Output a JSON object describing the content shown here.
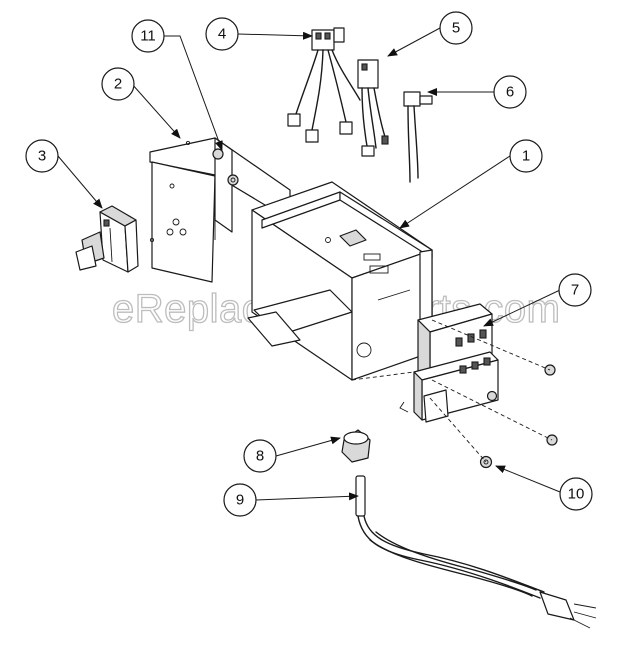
{
  "watermark": "eReplacementParts.com",
  "callouts": [
    {
      "id": "1",
      "label": "1"
    },
    {
      "id": "2",
      "label": "2"
    },
    {
      "id": "3",
      "label": "3"
    },
    {
      "id": "4",
      "label": "4"
    },
    {
      "id": "5",
      "label": "5"
    },
    {
      "id": "6",
      "label": "6"
    },
    {
      "id": "7",
      "label": "7"
    },
    {
      "id": "8",
      "label": "8"
    },
    {
      "id": "9",
      "label": "9"
    },
    {
      "id": "10",
      "label": "10"
    },
    {
      "id": "11",
      "label": "11"
    }
  ]
}
